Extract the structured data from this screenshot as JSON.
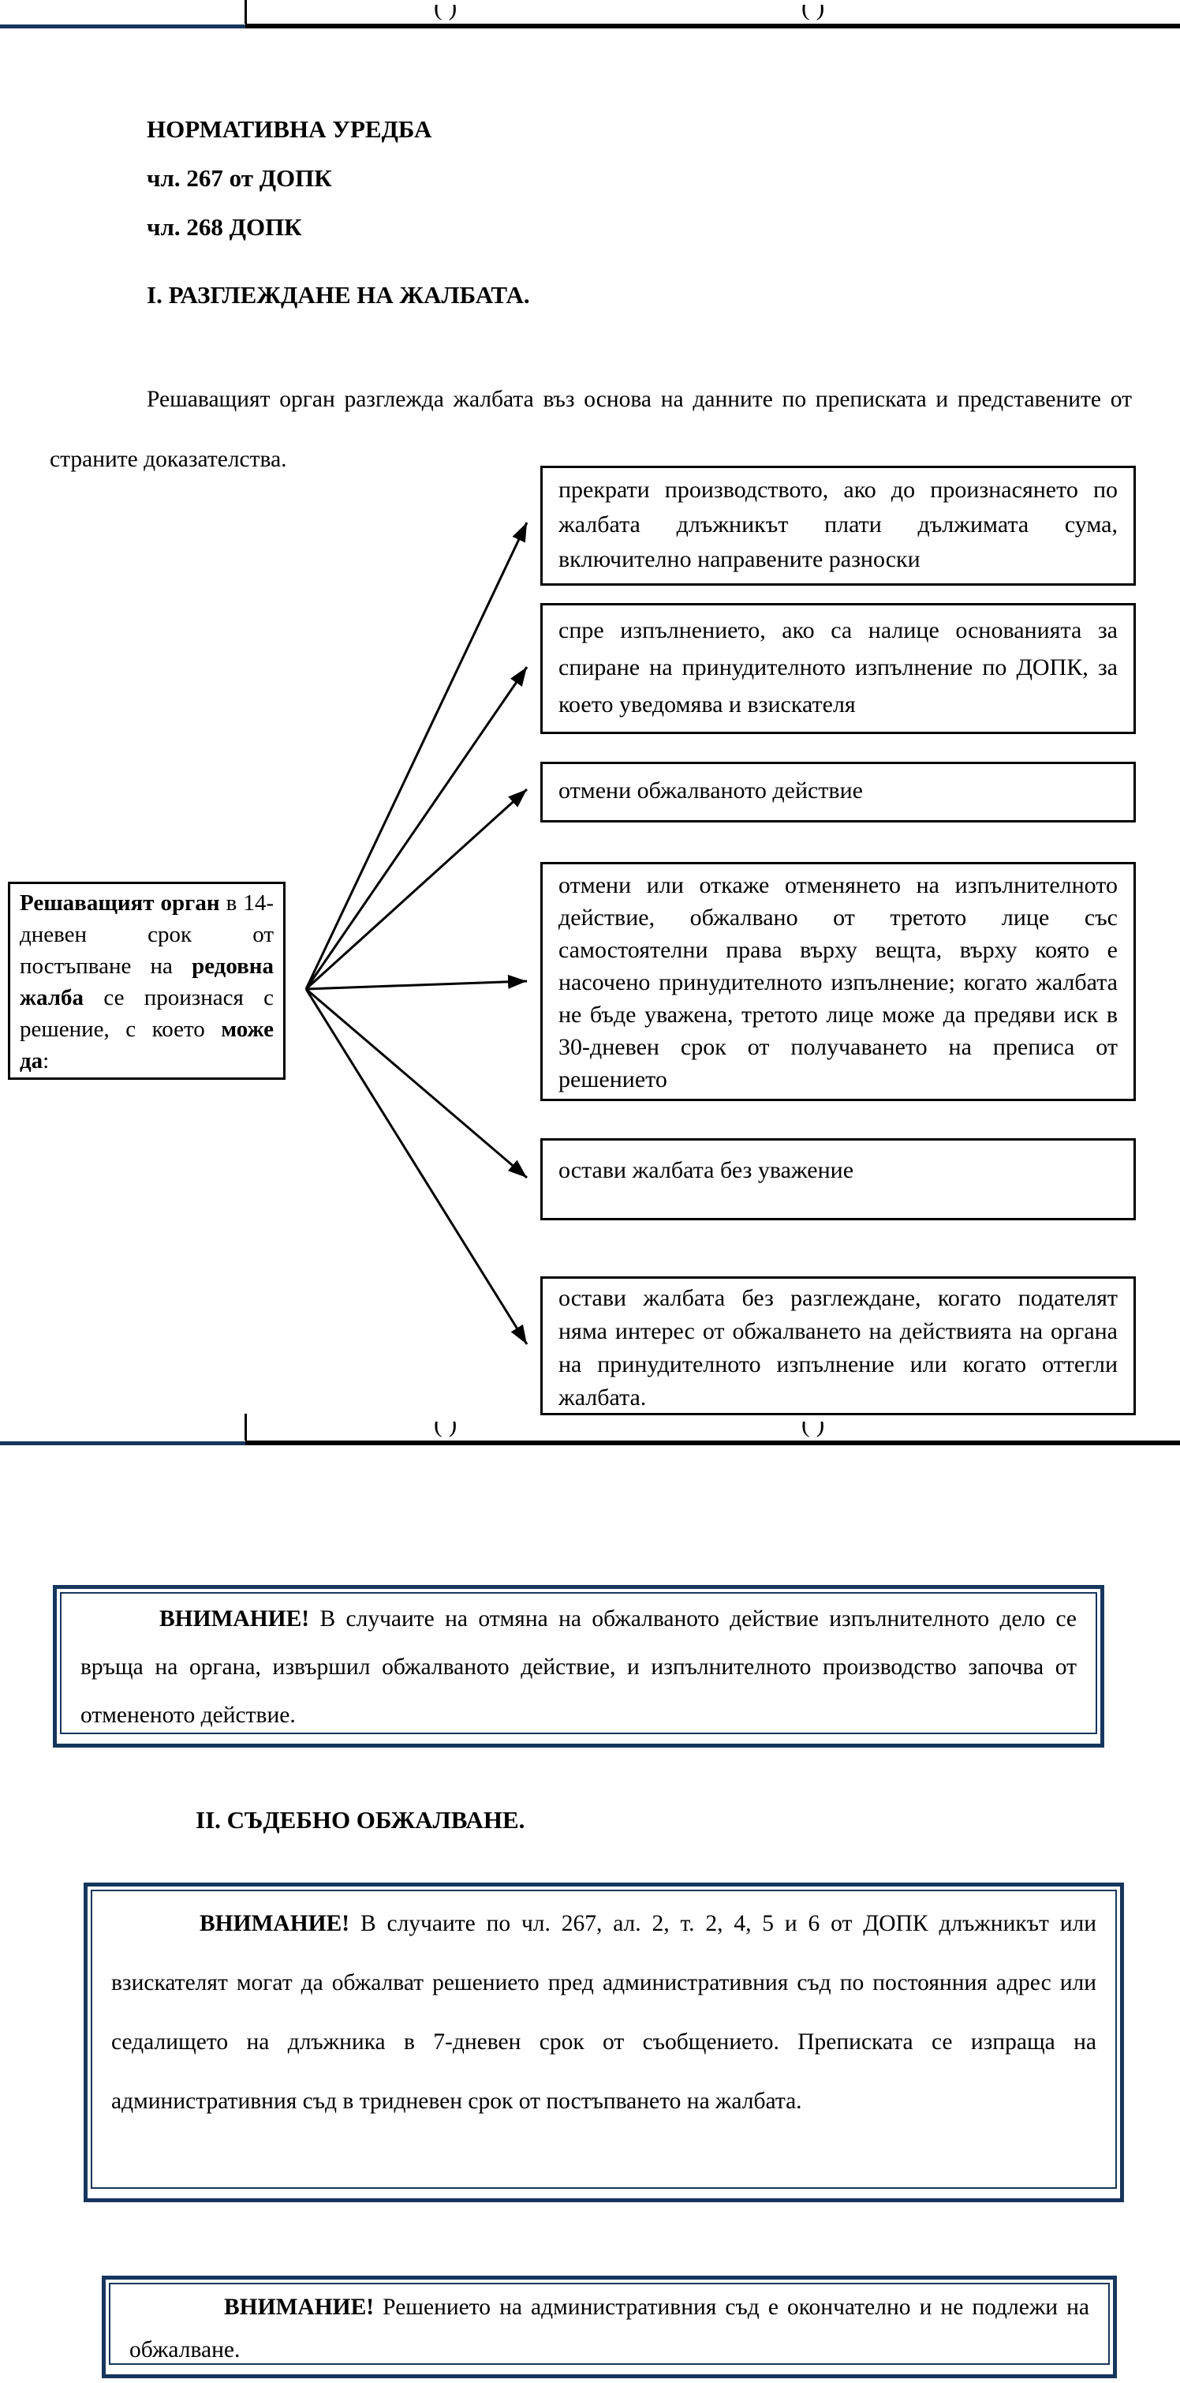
{
  "colors": {
    "accent_navy": "#17365D",
    "line_black": "#000000"
  },
  "page_break": {
    "fragment": "( )"
  },
  "headings": {
    "norm": "НОРМАТИВНА УРЕДБА",
    "art267": "чл. 267 от ДОПК",
    "art268": "чл. 268 ДОПК",
    "section1": "I. РАЗГЛЕЖДАНЕ НА ЖАЛБАТА.",
    "section2": "II. СЪДЕБНО ОБЖАЛВАНЕ."
  },
  "intro_paragraph": "Решаващият орган разглежда жалбата въз основа на данните по преписката и представените от страните доказателства.",
  "flowchart": {
    "source_box": {
      "bold1": "Решаващият орган",
      "text1": " в 14-дневен срок от постъпване на ",
      "bold2": "редовна жалба",
      "text2": " се произнася с решение, с което ",
      "bold3": "може да",
      "text3": ":"
    },
    "outcomes": [
      "прекрати производството, ако до произнасянето по жалбата длъжникът плати дължимата сума, включително направените разноски",
      "спре изпълнението, ако са налице основанията за спиране на принудителното изпълнение по ДОПК, за което уведомява и взискателя",
      "отмени обжалваното действие",
      "отмени или откаже отменянето на изпълнителното действие, обжалвано от третото лице със самостоятелни права върху вещта, върху която е насочено принудителното изпълнение; когато жалбата не бъде уважена, третото лице може да предяви иск в 30-дневен срок от получаването на преписа от решението",
      "остави жалбата без уважение",
      "остави жалбата без разглеждане, когато подателят няма интерес от обжалването на действията на органа на принудителното изпълнение или когато оттегли жалбата."
    ]
  },
  "attention_boxes": [
    {
      "label": "ВНИМАНИЕ!",
      "text": "  В случаите на отмяна на обжалваното действие изпълнителното дело се връща на органа, извършил обжалваното действие, и изпълнителното производство започва от отмененото действие."
    },
    {
      "label": "ВНИМАНИЕ!",
      "text": " В случаите по чл. 267, ал. 2, т. 2, 4, 5 и 6 от ДОПК длъжникът или взискателят могат да обжалват решението пред административния съд по постоянния адрес или седалището на длъжника в 7-дневен срок от съобщението. Преписката се изпраща на административния съд в тридневен срок от постъпването на жалбата."
    },
    {
      "label": "ВНИМАНИЕ!",
      "text": "  Решението на административния съд е окончателно и не подлежи на обжалване."
    }
  ]
}
